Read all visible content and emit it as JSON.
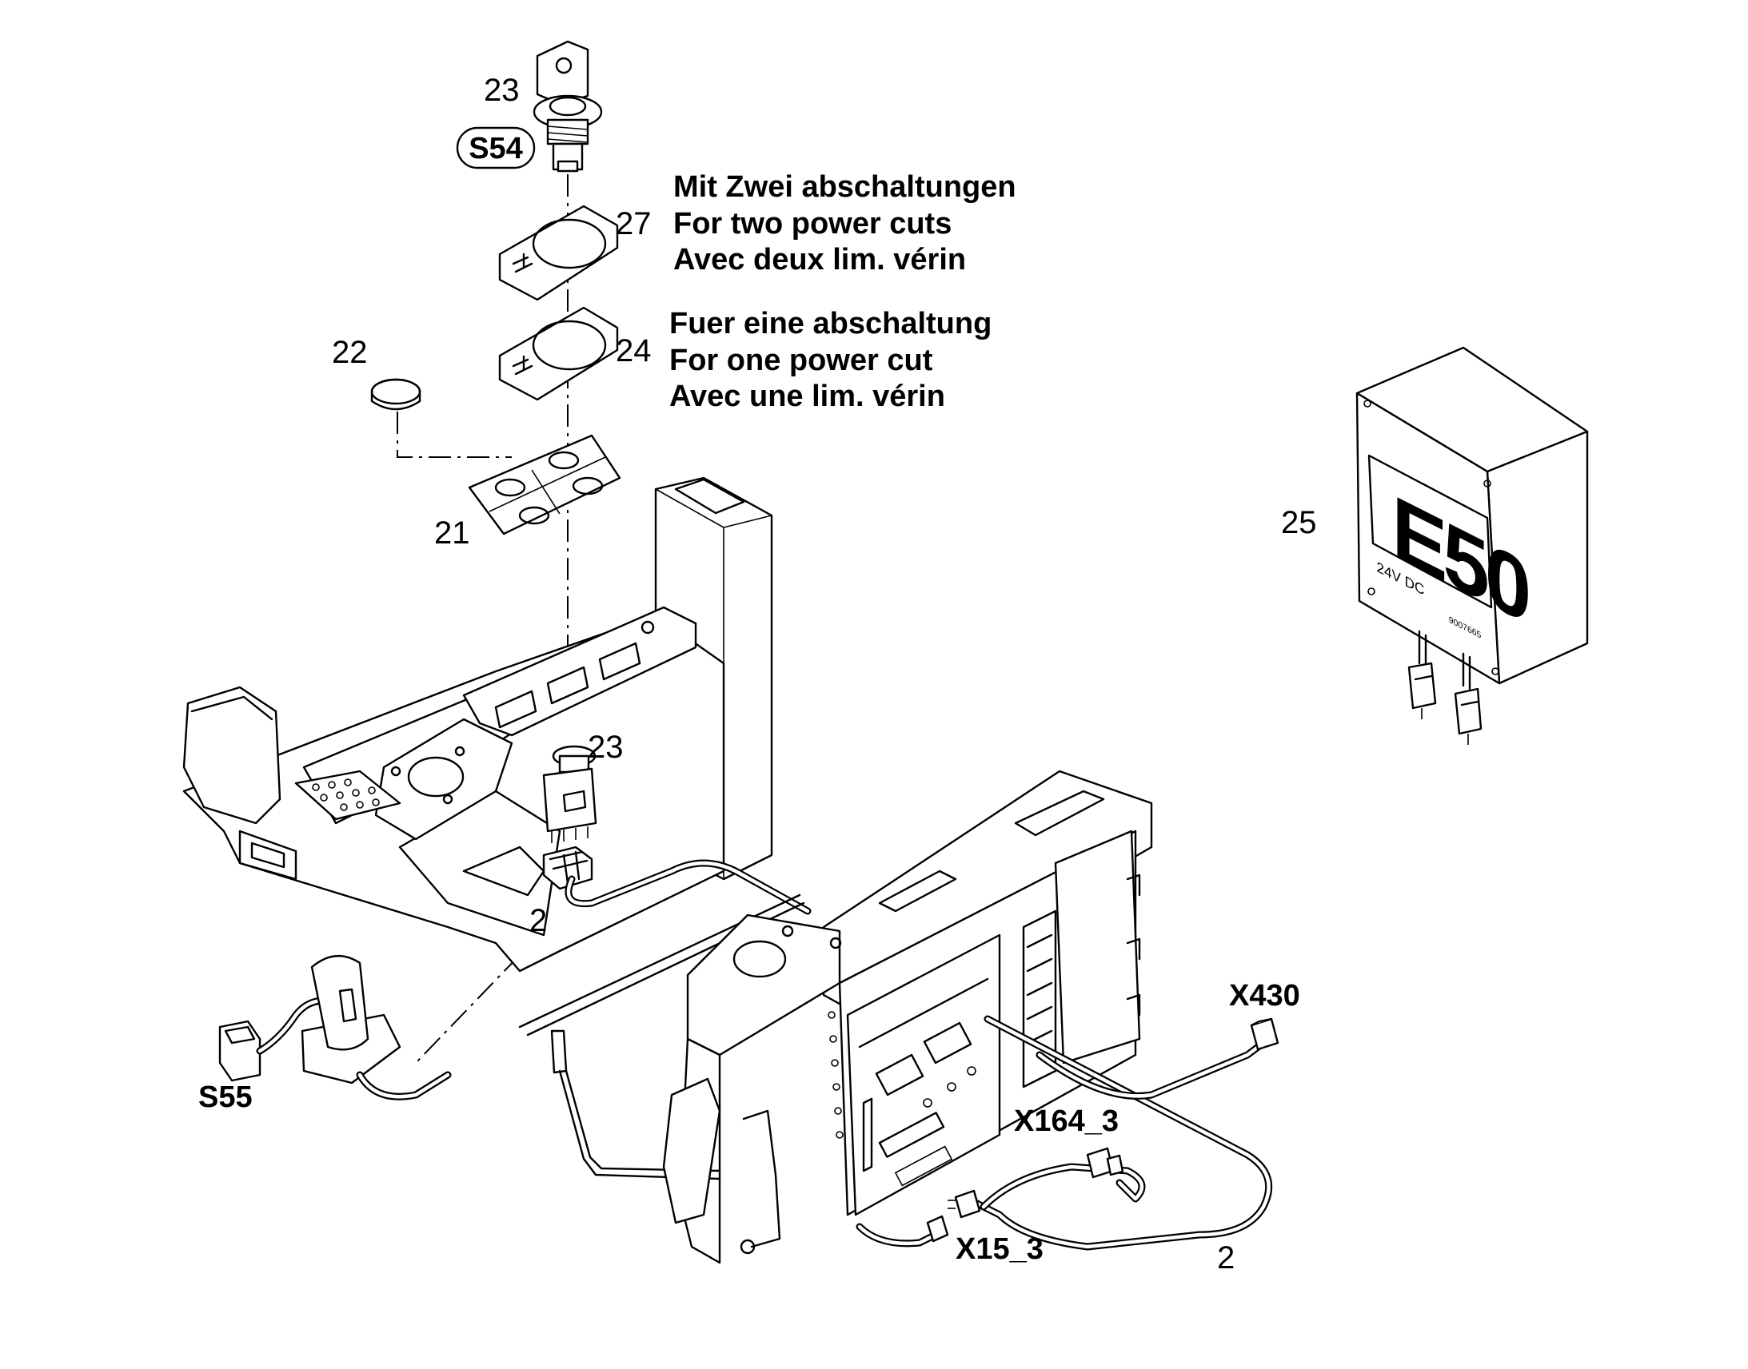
{
  "diagram": {
    "notes": {
      "two_power_cuts": [
        "Mit Zwei abschaltungen",
        "For two power cuts",
        "Avec deux lim. vérin"
      ],
      "one_power_cut": [
        "Fuer eine abschaltung",
        "For one power cut",
        "Avec une lim. vérin"
      ]
    },
    "callouts": {
      "key_switch_top": "23",
      "s54": "S54",
      "plate_27": "27",
      "plate_24": "24",
      "blank_cap": "22",
      "bracket": "21",
      "switch_lower": "23",
      "harness_left": "2",
      "s55": "S55",
      "control_box": "25",
      "x430": "X430",
      "x164_3": "X164_3",
      "x15_3": "X15_3",
      "harness_right": "2"
    },
    "box_label": {
      "code": "E50",
      "voltage": "24V DC",
      "part_no": "9007665"
    }
  }
}
